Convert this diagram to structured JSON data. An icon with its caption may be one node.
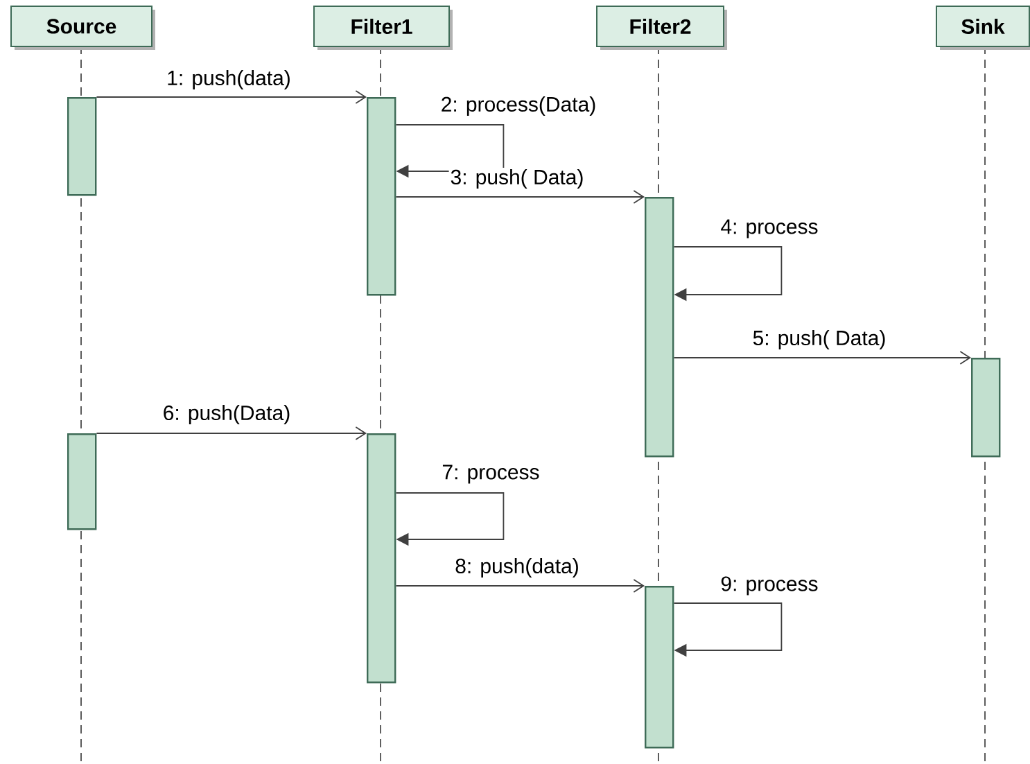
{
  "diagram": {
    "nodes": [
      {
        "text": [
          "Source"
        ]
      },
      {
        "text": [
          "Filter1"
        ]
      },
      {
        "text": [
          "Filter2"
        ]
      },
      {
        "text": [
          "Sink"
        ]
      },
      {
        "text": [],
        "shape": "bar"
      },
      {
        "text": [],
        "shape": "bar"
      },
      {
        "text": [],
        "shape": "bar"
      },
      {
        "text": [],
        "shape": "bar"
      },
      {
        "text": [],
        "shape": "bar"
      },
      {
        "text": [],
        "shape": "bar"
      },
      {
        "text": [],
        "shape": "bar"
      }
    ],
    "edges": [
      {
        "from": 4,
        "to": 5,
        "arrow": "to",
        "label": "1: push(data)"
      },
      {
        "from": 5,
        "to": 5,
        "arrow": "to",
        "label": "2: process(Data)"
      },
      {
        "from": 5,
        "to": 6,
        "arrow": "to",
        "label": "3: push( Data)"
      },
      {
        "from": 6,
        "to": 6,
        "arrow": "to",
        "label": "4: process"
      },
      {
        "from": 6,
        "to": 7,
        "arrow": "to",
        "label": "5: push( Data)"
      },
      {
        "from": 8,
        "to": 9,
        "arrow": "to",
        "label": "6: push(Data)"
      },
      {
        "from": 9,
        "to": 9,
        "arrow": "to",
        "label": "7: process"
      },
      {
        "from": 9,
        "to": 10,
        "arrow": "to",
        "label": "8: push(data)"
      },
      {
        "from": 10,
        "to": 10,
        "arrow": "to",
        "label": "9: process"
      }
    ]
  }
}
